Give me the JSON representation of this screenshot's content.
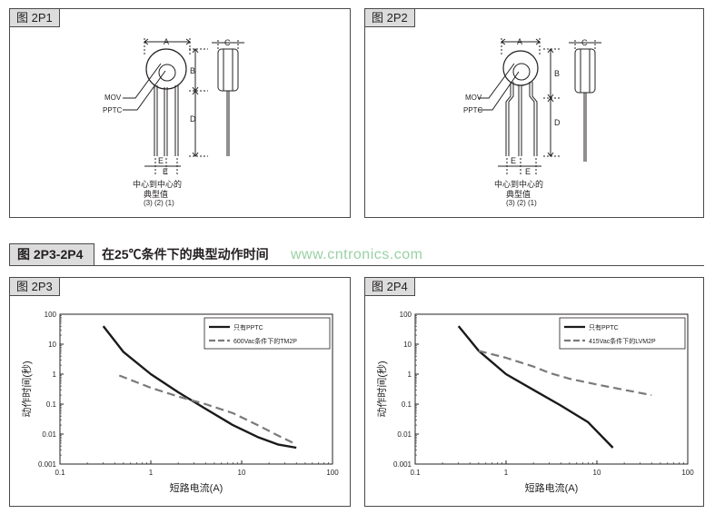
{
  "panels": {
    "p1": {
      "tag": "图 2P1"
    },
    "p2": {
      "tag": "图 2P2"
    },
    "p3": {
      "tag": "图 2P3"
    },
    "p4": {
      "tag": "图 2P4"
    }
  },
  "drawing": {
    "dim_A": "A",
    "dim_B": "B",
    "dim_C": "C",
    "dim_D": "D",
    "dim_E": "E",
    "mov": "MOV",
    "pptc": "PPTC",
    "note_line1": "中心到中心的",
    "note_line2": "典型值",
    "note_line3": "(3) (2) (1)"
  },
  "banner": {
    "tag": "图 2P3-2P4",
    "title": "在25℃条件下的典型动作时间",
    "watermark": "www.cntronics.com"
  },
  "colors": {
    "solid_series": "#1a1a1a",
    "dashed_series": "#7a7a7a",
    "panel_tag_bg": "#dcdcdc",
    "watermark": "#9ad0a5"
  },
  "chart_data": [
    {
      "type": "line",
      "xscale": "log",
      "yscale": "log",
      "xlim": [
        0.1,
        100
      ],
      "ylim": [
        0.001,
        100
      ],
      "xticks": [
        "0.1",
        "1",
        "10",
        "100"
      ],
      "yticks": [
        "0.001",
        "0.01",
        "0.1",
        "1",
        "10",
        "100"
      ],
      "xlabel": "短路电流(A)",
      "ylabel": "动作时间(秒)",
      "grid": "none",
      "legend": "top-right",
      "series": [
        {
          "name": "只有PPTC",
          "style": "solid",
          "x": [
            0.3,
            0.5,
            1,
            2,
            4,
            8,
            15,
            25,
            40
          ],
          "y": [
            40,
            5.5,
            1,
            0.25,
            0.07,
            0.02,
            0.008,
            0.0045,
            0.0035
          ]
        },
        {
          "name": "600Vac条件下的TM2P",
          "style": "dashed",
          "x": [
            0.45,
            1,
            2,
            4,
            8,
            15,
            25,
            40
          ],
          "y": [
            0.9,
            0.35,
            0.18,
            0.1,
            0.05,
            0.02,
            0.009,
            0.0045
          ]
        }
      ]
    },
    {
      "type": "line",
      "xscale": "log",
      "yscale": "log",
      "xlim": [
        0.1,
        100
      ],
      "ylim": [
        0.001,
        100
      ],
      "xticks": [
        "0.1",
        "1",
        "10",
        "100"
      ],
      "yticks": [
        "0.001",
        "0.01",
        "0.1",
        "1",
        "10",
        "100"
      ],
      "xlabel": "短路电流(A)",
      "ylabel": "动作时间(秒)",
      "grid": "none",
      "legend": "top-right",
      "series": [
        {
          "name": "只有PPTC",
          "style": "solid",
          "x": [
            0.3,
            0.5,
            1,
            2,
            4,
            8,
            15
          ],
          "y": [
            40,
            6,
            1,
            0.3,
            0.09,
            0.025,
            0.0035
          ]
        },
        {
          "name": "415Vac条件下的LVM2P",
          "style": "dashed",
          "x": [
            0.5,
            1,
            2,
            3,
            5,
            10,
            20,
            40
          ],
          "y": [
            6,
            3.5,
            1.8,
            1.1,
            0.7,
            0.45,
            0.3,
            0.2
          ]
        }
      ]
    }
  ]
}
